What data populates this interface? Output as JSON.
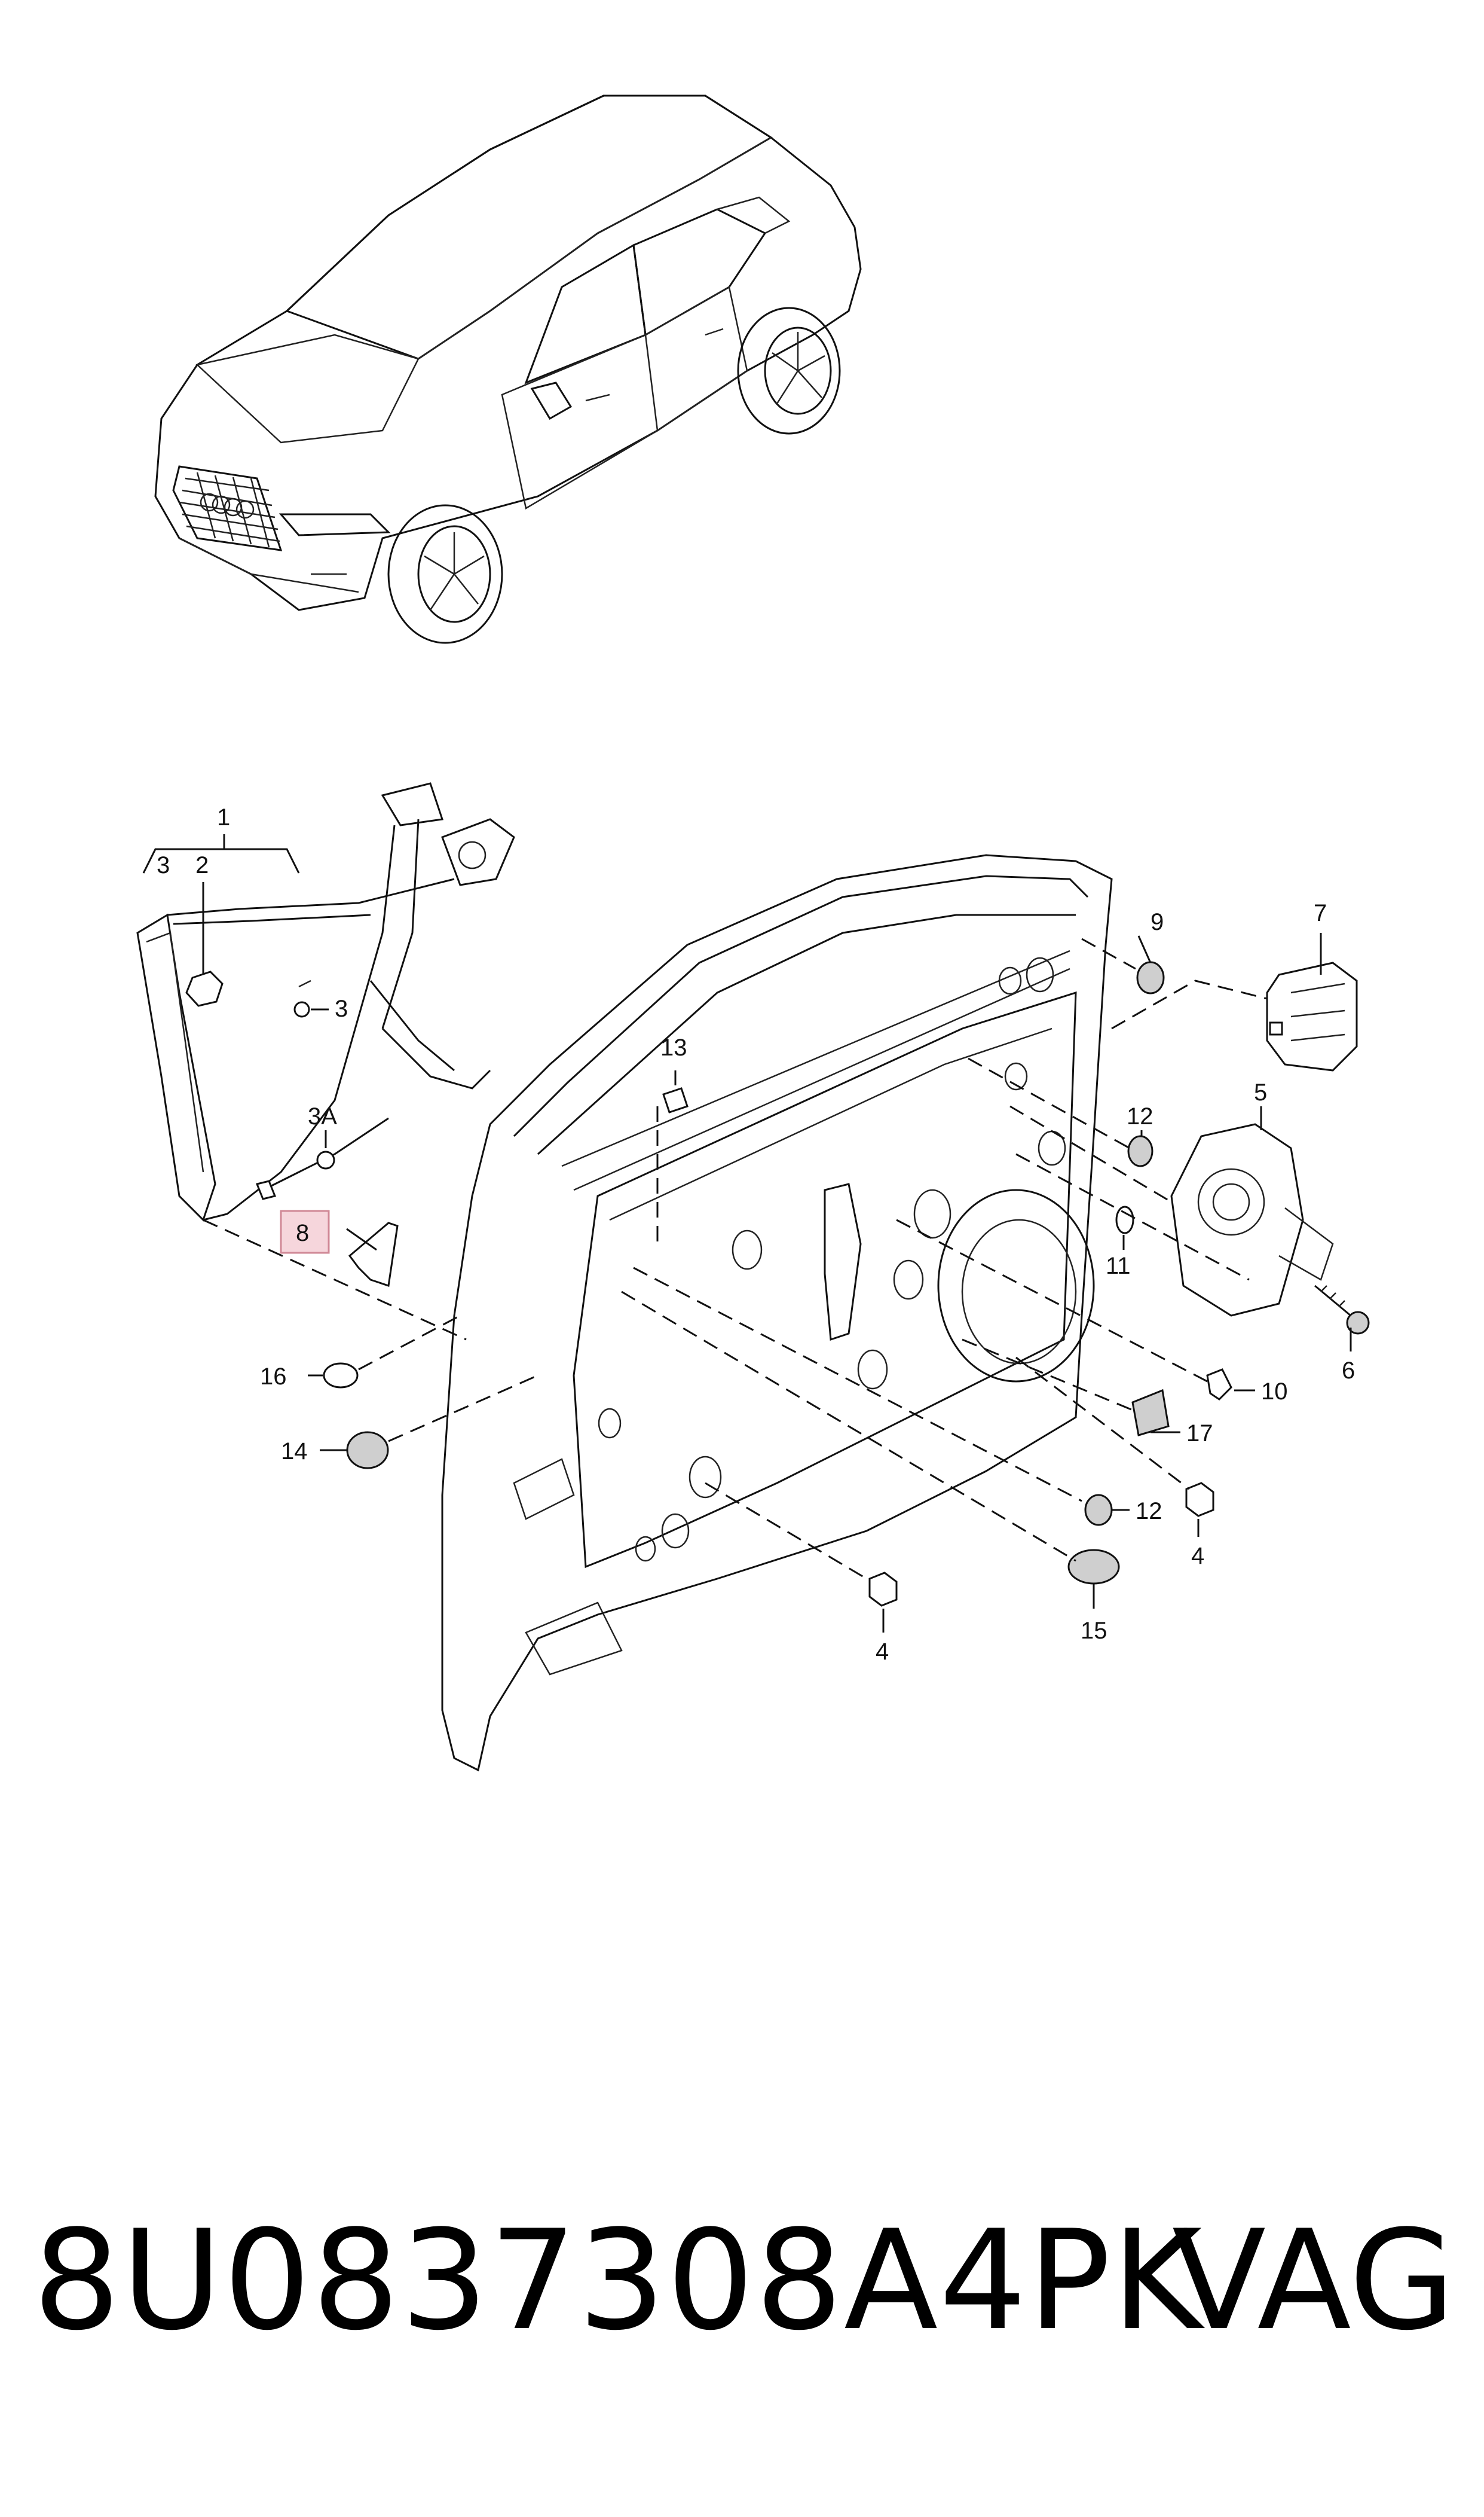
{
  "callouts": {
    "c1": "1",
    "c2": "2",
    "c3a": "3",
    "c3b": "3",
    "c3A": "3A",
    "c4a": "4",
    "c4b": "4",
    "c5": "5",
    "c6": "6",
    "c7": "7",
    "c8": "8",
    "c9": "9",
    "c10": "10",
    "c11": "11",
    "c12a": "12",
    "c12b": "12",
    "c13": "13",
    "c14": "14",
    "c15": "15",
    "c16": "16",
    "c17": "17"
  },
  "highlight_color": "#f6d6dc",
  "footer": {
    "part_number": "8U0837308A4PK",
    "brand": "VAG"
  }
}
